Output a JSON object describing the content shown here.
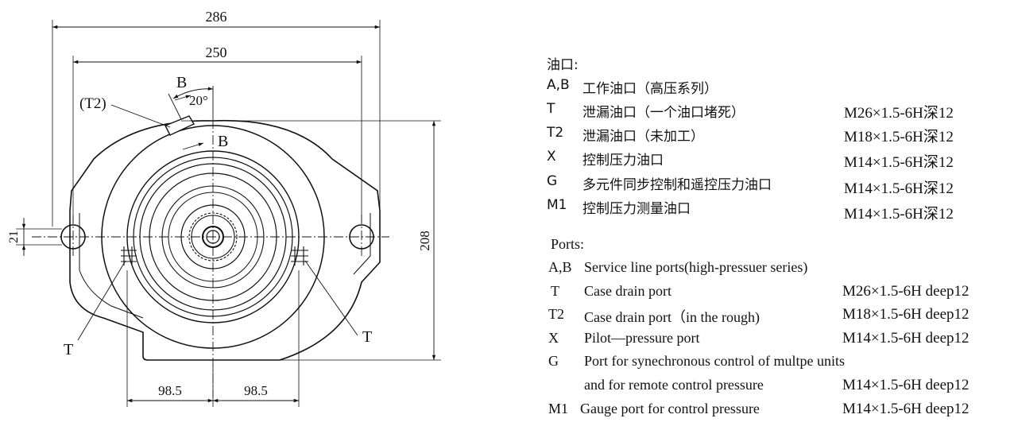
{
  "drawing": {
    "dims": {
      "width_286": "286",
      "width_250": "250",
      "height_208": "208",
      "offset_21": "21",
      "half_left": "98.5",
      "half_right": "98.5",
      "angle": "20°"
    },
    "labels": {
      "section_b_top": "B",
      "section_b_side": "B",
      "port_t2": "(T2)",
      "port_t_left": "T",
      "port_t_right": "T"
    }
  },
  "specs_cn": {
    "heading": "油口:",
    "rows": [
      {
        "code": "A,B",
        "desc": "工作油口（高压系列）",
        "thread": ""
      },
      {
        "code": "T",
        "desc": "泄漏油口（一个油口堵死）",
        "thread": "M26×1.5-6H深12"
      },
      {
        "code": "T2",
        "desc": "泄漏油口（未加工）",
        "thread": "M18×1.5-6H深12"
      },
      {
        "code": "X",
        "desc": "控制压力油口",
        "thread": "M14×1.5-6H深12"
      },
      {
        "code": "G",
        "desc": "多元件同步控制和遥控压力油口",
        "thread": "M14×1.5-6H深12"
      },
      {
        "code": "M1",
        "desc": "控制压力测量油口",
        "thread": "M14×1.5-6H深12"
      }
    ]
  },
  "specs_en": {
    "heading": "Ports:",
    "rows": [
      {
        "code": "A,B",
        "desc": "Service line ports(high-pressuer series)",
        "thread": ""
      },
      {
        "code": "T",
        "desc": "Case drain port",
        "thread": "M26×1.5-6H deep12"
      },
      {
        "code": "T2",
        "desc": "Case drain port（in the rough)",
        "thread": "M18×1.5-6H deep12"
      },
      {
        "code": "X",
        "desc": "Pilot—pressure port",
        "thread": "M14×1.5-6H deep12"
      },
      {
        "code": "G",
        "desc": "Port for synechronous control of multpe units",
        "thread": ""
      },
      {
        "code": "",
        "desc": "and for remote control pressure",
        "thread": "M14×1.5-6H deep12"
      },
      {
        "code": "M1",
        "desc": "Gauge port for control pressure",
        "thread": "M14×1.5-6H deep12"
      }
    ]
  }
}
